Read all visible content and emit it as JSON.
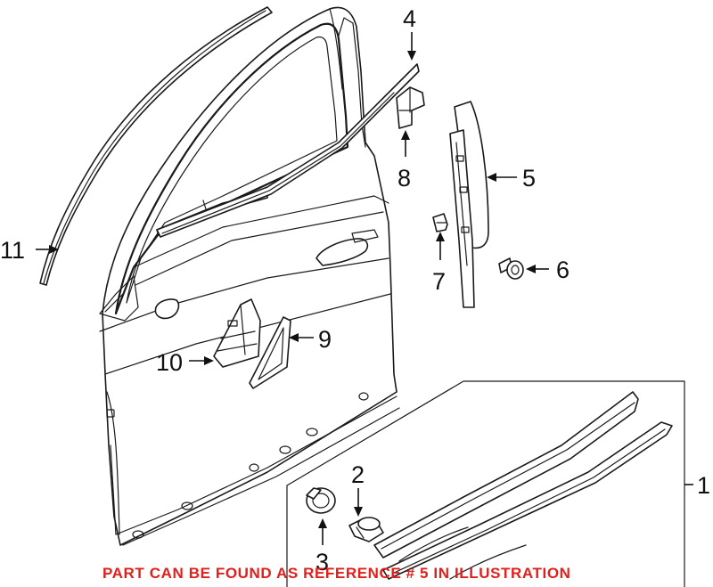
{
  "callouts": [
    "1",
    "2",
    "3",
    "4",
    "5",
    "6",
    "7",
    "8",
    "9",
    "10",
    "11"
  ],
  "caption": {
    "text": "PART CAN BE FOUND AS REFERENCE # 5 IN ILLUSTRATION",
    "color": "#e0201c"
  }
}
